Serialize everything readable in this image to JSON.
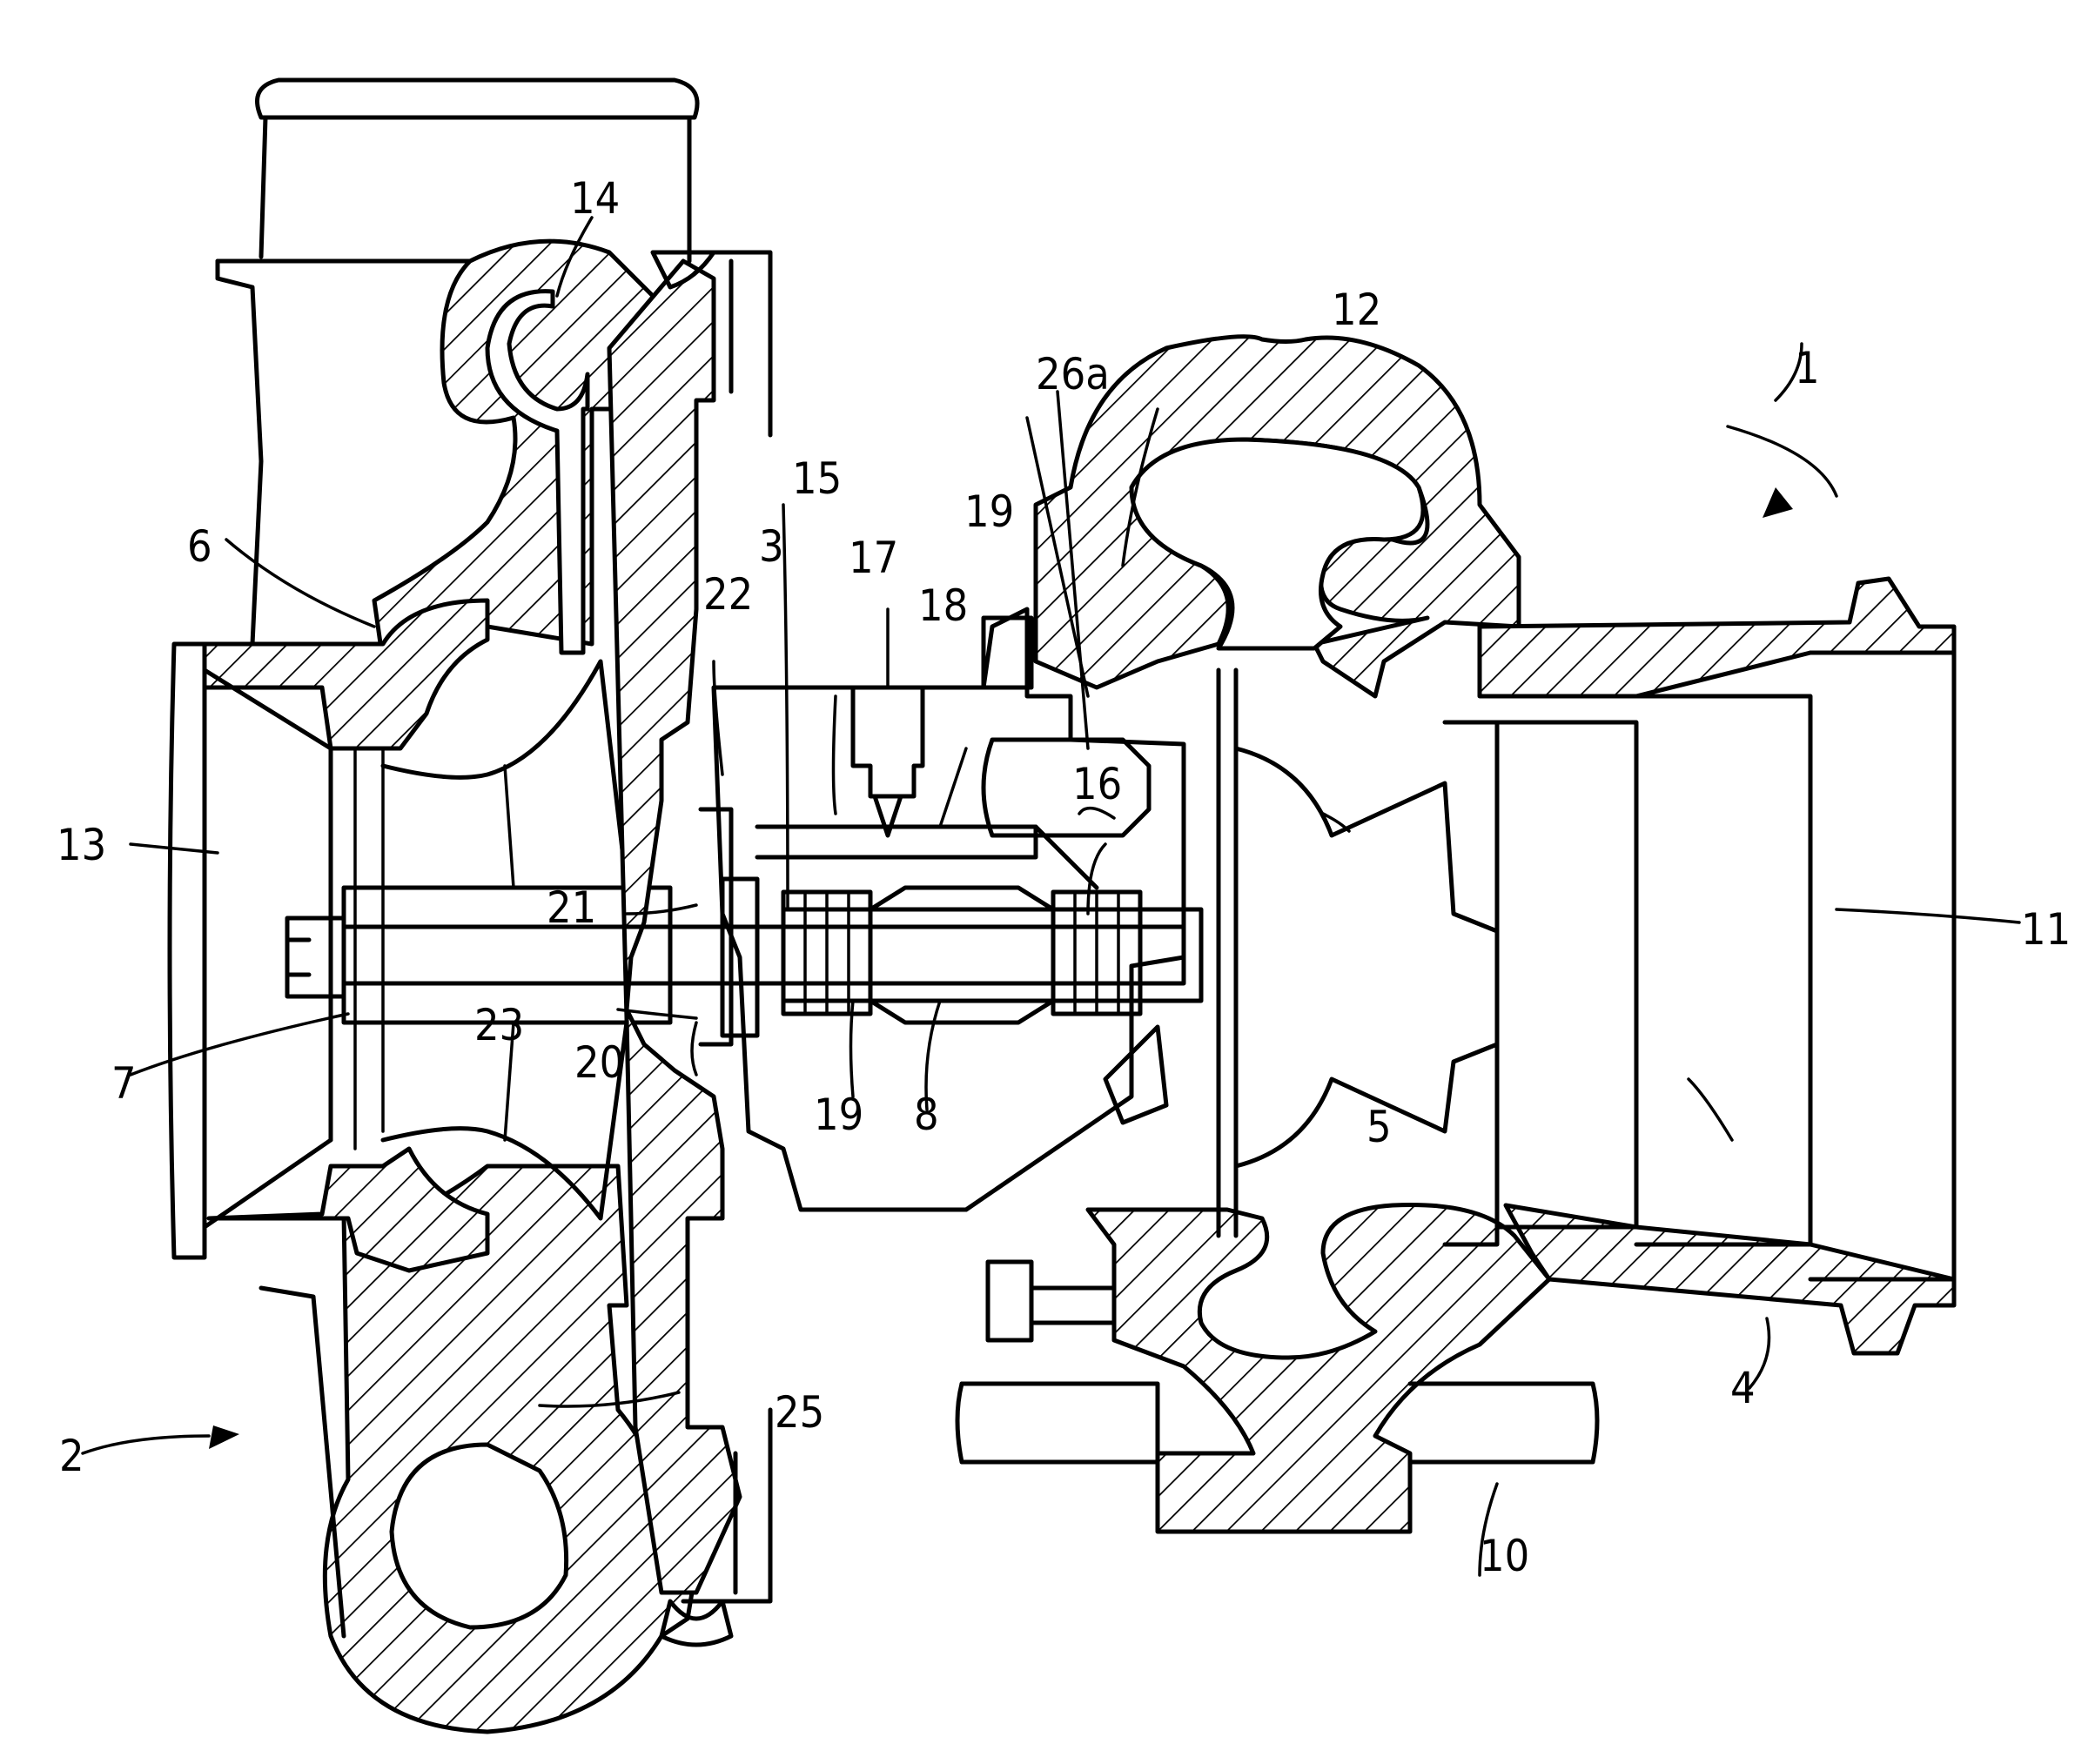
{
  "labels": {
    "l1": "1",
    "l2": "2",
    "l3": "3",
    "l4": "4",
    "l5": "5",
    "l6": "6",
    "l7": "7",
    "l8": "8",
    "l10": "10",
    "l11": "11",
    "l12": "12",
    "l13": "13",
    "l14": "14",
    "l15": "15",
    "l16": "16",
    "l17": "17",
    "l18": "18",
    "l19a": "19",
    "l19b": "19",
    "l20": "20",
    "l21": "21",
    "l22": "22",
    "l23": "23",
    "l25": "25",
    "l26a": "26a"
  }
}
